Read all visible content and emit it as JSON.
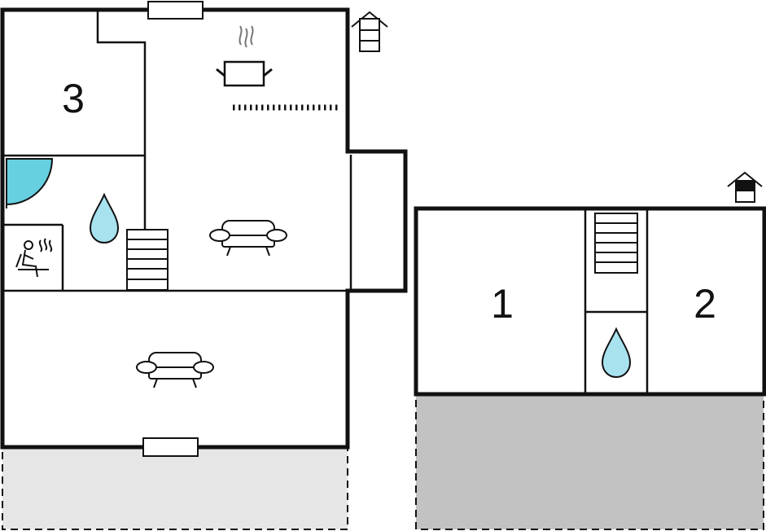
{
  "rooms": {
    "room_3": "3",
    "room_1": "1",
    "room_2": "2"
  },
  "icons": {
    "level_indicator": "house-level-icon",
    "kitchen": "cooking-pot-icon",
    "bathroom": "water-drop-icon",
    "sauna": "sauna-icon",
    "living_room": "sofa-icon",
    "stairs": "staircase-icon"
  },
  "colors": {
    "wall": "#111111",
    "water": "#a8e2ef",
    "door_swing": "#66cfe0",
    "terrace_light": "#e6e6e6",
    "terrace_dark": "#c2c2c2"
  }
}
